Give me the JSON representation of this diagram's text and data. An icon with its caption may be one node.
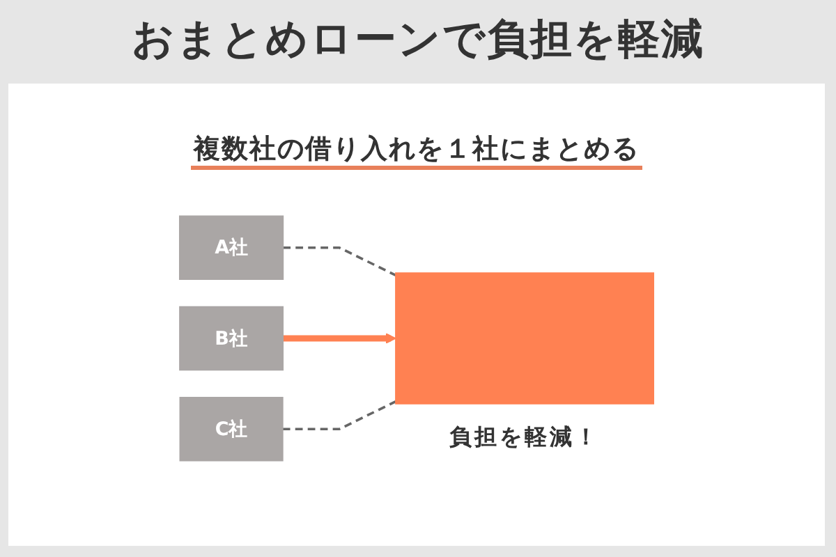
{
  "diagram": {
    "title": "おまとめローンで負担を軽減",
    "nodes": [
      {
        "text": [
          "A社"
        ]
      },
      {
        "text": [
          "B社"
        ]
      },
      {
        "text": [
          "C社"
        ]
      },
      {
        "text": [],
        "shape": "box",
        "beside": [
          "負担を軽減！"
        ]
      }
    ],
    "edges": [
      {
        "from": 0,
        "to": 3,
        "arrow": "none",
        "style": "dashed"
      },
      {
        "from": 1,
        "to": 3,
        "arrow": "to",
        "style": "thick",
        "color": "#ff8152"
      },
      {
        "from": 2,
        "to": 3,
        "arrow": "none",
        "style": "dashed"
      }
    ],
    "labels": [
      "複数社の借り入れを１社にまとめる"
    ]
  }
}
